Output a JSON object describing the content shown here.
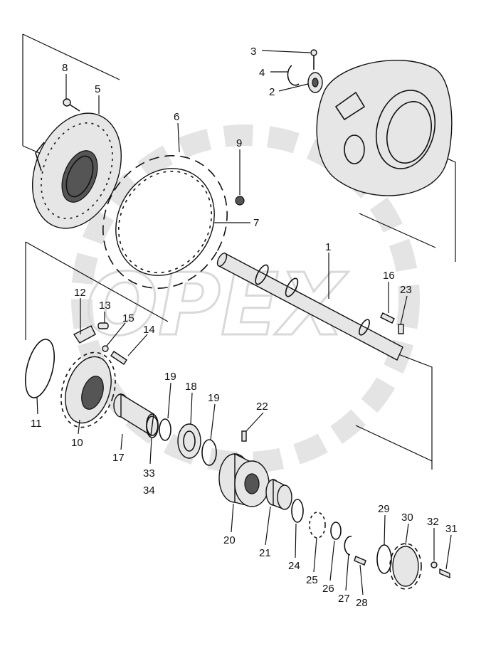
{
  "watermark": "OPEX",
  "labels": [
    {
      "id": "1",
      "text": "1"
    },
    {
      "id": "2",
      "text": "2"
    },
    {
      "id": "3",
      "text": "3"
    },
    {
      "id": "4",
      "text": "4"
    },
    {
      "id": "5",
      "text": "5"
    },
    {
      "id": "6",
      "text": "6"
    },
    {
      "id": "7",
      "text": "7"
    },
    {
      "id": "8",
      "text": "8"
    },
    {
      "id": "9",
      "text": "9"
    },
    {
      "id": "10",
      "text": "10"
    },
    {
      "id": "11",
      "text": "11"
    },
    {
      "id": "12",
      "text": "12"
    },
    {
      "id": "13",
      "text": "13"
    },
    {
      "id": "14",
      "text": "14"
    },
    {
      "id": "15",
      "text": "15"
    },
    {
      "id": "16",
      "text": "16"
    },
    {
      "id": "17",
      "text": "17"
    },
    {
      "id": "18",
      "text": "18"
    },
    {
      "id": "19a",
      "text": "19"
    },
    {
      "id": "19b",
      "text": "19"
    },
    {
      "id": "20",
      "text": "20"
    },
    {
      "id": "21",
      "text": "21"
    },
    {
      "id": "22",
      "text": "22"
    },
    {
      "id": "23",
      "text": "23"
    },
    {
      "id": "24",
      "text": "24"
    },
    {
      "id": "25",
      "text": "25"
    },
    {
      "id": "26",
      "text": "26"
    },
    {
      "id": "27",
      "text": "27"
    },
    {
      "id": "28",
      "text": "28"
    },
    {
      "id": "29",
      "text": "29"
    },
    {
      "id": "30",
      "text": "30"
    },
    {
      "id": "31",
      "text": "31"
    },
    {
      "id": "32",
      "text": "32"
    },
    {
      "id": "33",
      "text": "33"
    },
    {
      "id": "34",
      "text": "34"
    }
  ]
}
